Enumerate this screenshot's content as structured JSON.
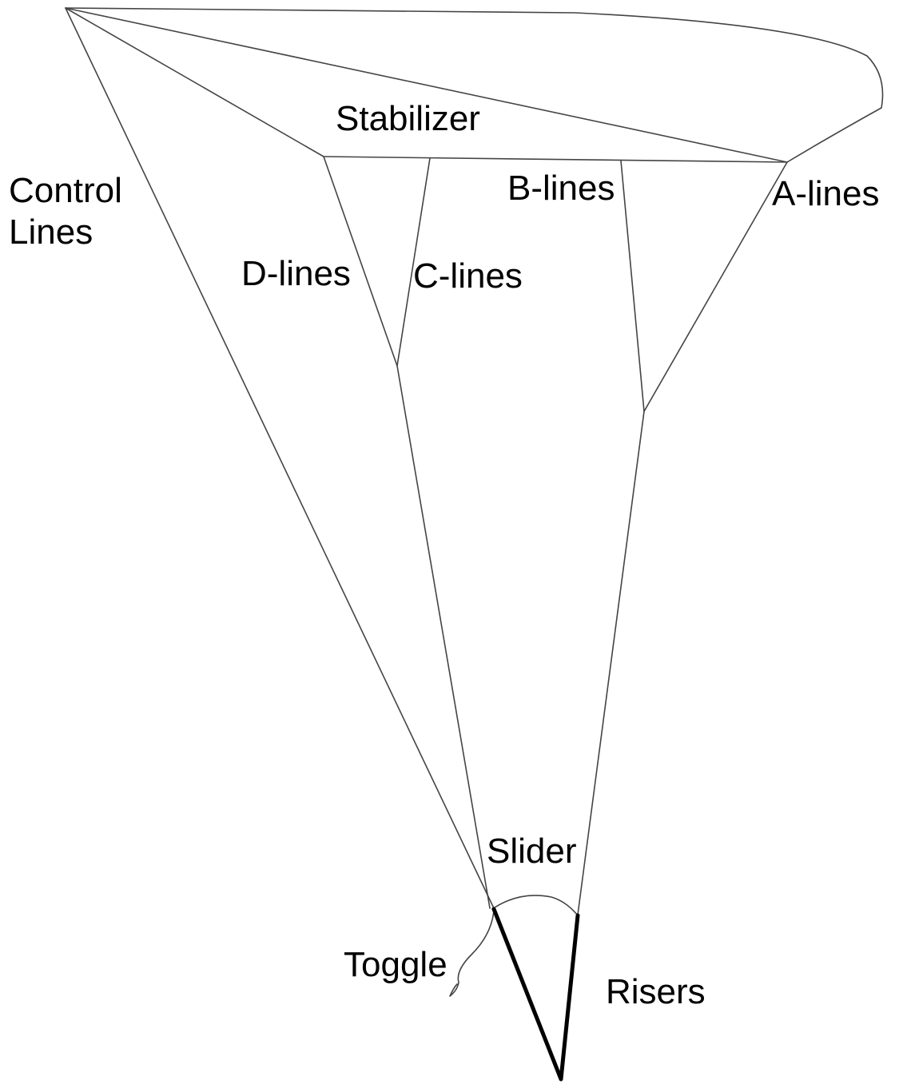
{
  "labels": {
    "stabilizer": "Stabilizer",
    "control_lines_1": "Control",
    "control_lines_2": "Lines",
    "d_lines": "D-lines",
    "c_lines": "C-lines",
    "b_lines": "B-lines",
    "a_lines": "A-lines",
    "slider": "Slider",
    "toggle": "Toggle",
    "risers": "Risers"
  },
  "colors": {
    "line": "#444444",
    "riser": "#000000",
    "text": "#000000"
  }
}
